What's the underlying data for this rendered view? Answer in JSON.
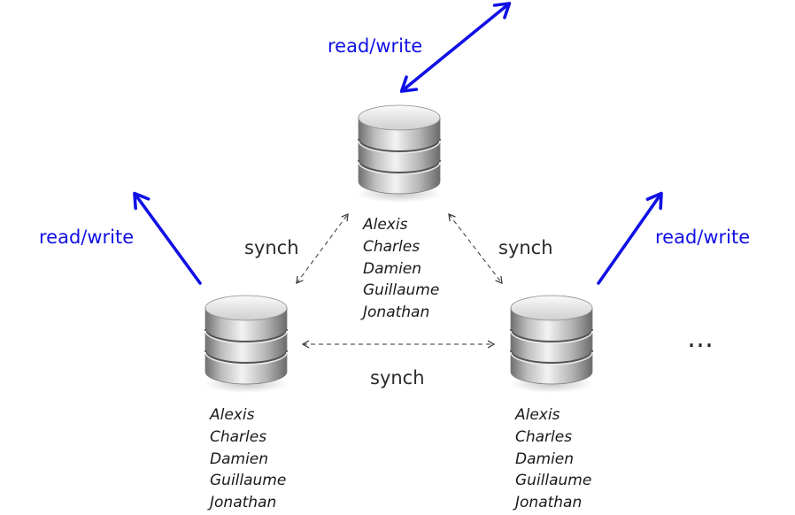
{
  "labels": {
    "read_write_top": "read/write",
    "read_write_left": "read/write",
    "read_write_right": "read/write",
    "synch_left": "synch",
    "synch_right": "synch",
    "synch_bottom": "synch",
    "more_nodes": "…"
  },
  "nodes": [
    {
      "id": "top",
      "names": [
        "Alexis",
        "Charles",
        "Damien",
        "Guillaume",
        "Jonathan"
      ]
    },
    {
      "id": "left",
      "names": [
        "Alexis",
        "Charles",
        "Damien",
        "Guillaume",
        "Jonathan"
      ]
    },
    {
      "id": "right",
      "names": [
        "Alexis",
        "Charles",
        "Damien",
        "Guillaume",
        "Jonathan"
      ]
    }
  ],
  "colors": {
    "read_write": "#1010e6",
    "synch": "#333333"
  }
}
